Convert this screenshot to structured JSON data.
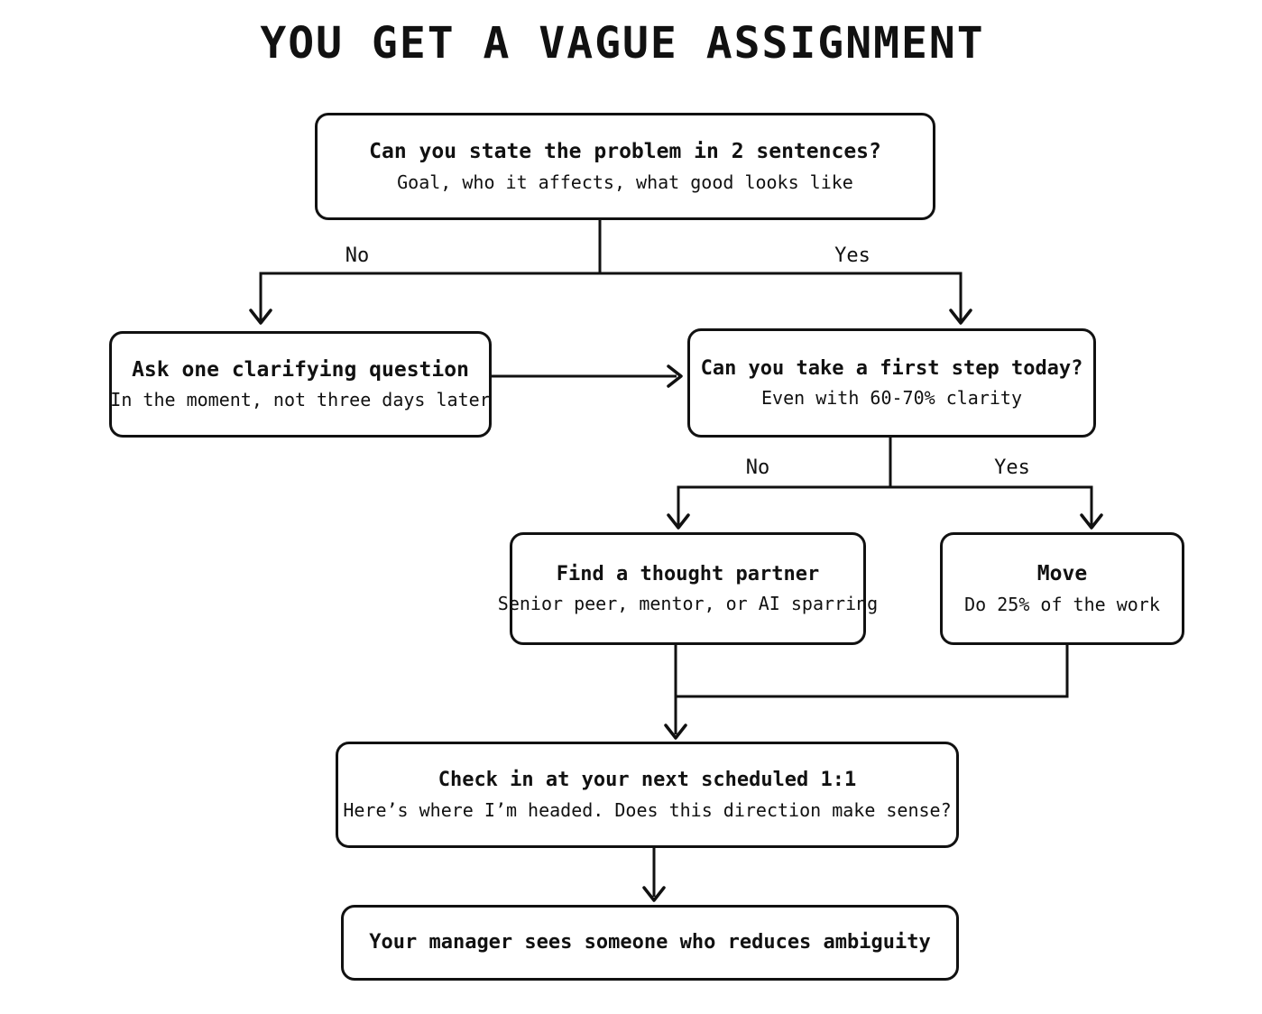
{
  "title": "YOU GET A VAGUE ASSIGNMENT",
  "colors": {
    "background": "#ffffff",
    "line": "#111111",
    "text": "#111111",
    "node_fill": "#ffffff"
  },
  "nodes": {
    "root": {
      "title": "Can you state the problem in 2 sentences?",
      "subtitle": "Goal, who it affects, what good looks like"
    },
    "clarify": {
      "title": "Ask one clarifying question",
      "subtitle": "In the moment, not three days later"
    },
    "first_step": {
      "title": "Can you take a first step today?",
      "subtitle": "Even with 60-70% clarity"
    },
    "partner": {
      "title": "Find a thought partner",
      "subtitle": "Senior peer, mentor, or AI sparring"
    },
    "move": {
      "title": "Move",
      "subtitle": "Do 25% of the work"
    },
    "checkin": {
      "title": "Check in at your next scheduled 1:1",
      "subtitle": "Here’s where I’m headed. Does this direction make sense?"
    },
    "outcome": {
      "title": "Your manager sees someone who reduces ambiguity"
    }
  },
  "edge_labels": {
    "root_no": "No",
    "root_yes": "Yes",
    "step_no": "No",
    "step_yes": "Yes"
  }
}
